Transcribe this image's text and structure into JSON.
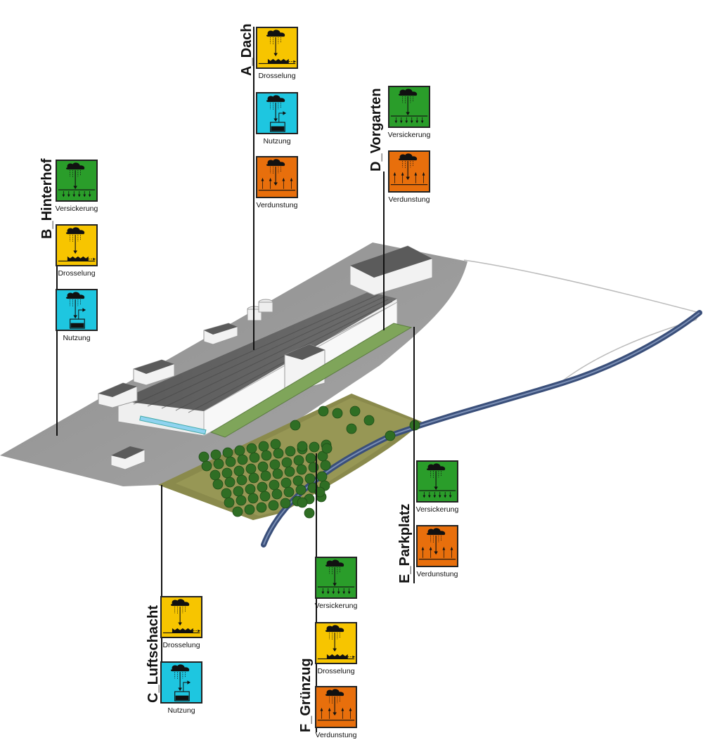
{
  "colors": {
    "Versickerung": "#2a9d2a",
    "Drosselung": "#f7c500",
    "Nutzung": "#1ec6e0",
    "Verdunstung": "#e86f0c"
  },
  "zones": [
    {
      "id": "A",
      "label": "A_Dach",
      "items": [
        {
          "type": "Drosselung",
          "caption": "Drosselung",
          "icon": "throttle-icon"
        },
        {
          "type": "Nutzung",
          "caption": "Nutzung",
          "icon": "usage-icon"
        },
        {
          "type": "Verdunstung",
          "caption": "Verdunstung",
          "icon": "evaporation-icon"
        }
      ]
    },
    {
      "id": "B",
      "label": "B_Hinterhof",
      "items": [
        {
          "type": "Versickerung",
          "caption": "Versickerung",
          "icon": "infiltration-icon"
        },
        {
          "type": "Drosselung",
          "caption": "Drosselung",
          "icon": "throttle-icon"
        },
        {
          "type": "Nutzung",
          "caption": "Nutzung",
          "icon": "usage-icon"
        }
      ]
    },
    {
      "id": "C",
      "label": "C_Luftschacht",
      "items": [
        {
          "type": "Drosselung",
          "caption": "Drosselung",
          "icon": "throttle-icon"
        },
        {
          "type": "Nutzung",
          "caption": "Nutzung",
          "icon": "usage-icon"
        }
      ]
    },
    {
      "id": "D",
      "label": "D_Vorgarten",
      "items": [
        {
          "type": "Versickerung",
          "caption": "Versickerung",
          "icon": "infiltration-icon"
        },
        {
          "type": "Verdunstung",
          "caption": "Verdunstung",
          "icon": "evaporation-icon"
        }
      ]
    },
    {
      "id": "E",
      "label": "E_Parkplatz",
      "items": [
        {
          "type": "Versickerung",
          "caption": "Versickerung",
          "icon": "infiltration-icon"
        },
        {
          "type": "Verdunstung",
          "caption": "Verdunstung",
          "icon": "evaporation-icon"
        }
      ]
    },
    {
      "id": "F",
      "label": "F_Grünzug",
      "items": [
        {
          "type": "Versickerung",
          "caption": "Versickerung",
          "icon": "infiltration-icon"
        },
        {
          "type": "Drosselung",
          "caption": "Drosselung",
          "icon": "throttle-icon"
        },
        {
          "type": "Verdunstung",
          "caption": "Verdunstung",
          "icon": "evaporation-icon"
        }
      ]
    }
  ]
}
